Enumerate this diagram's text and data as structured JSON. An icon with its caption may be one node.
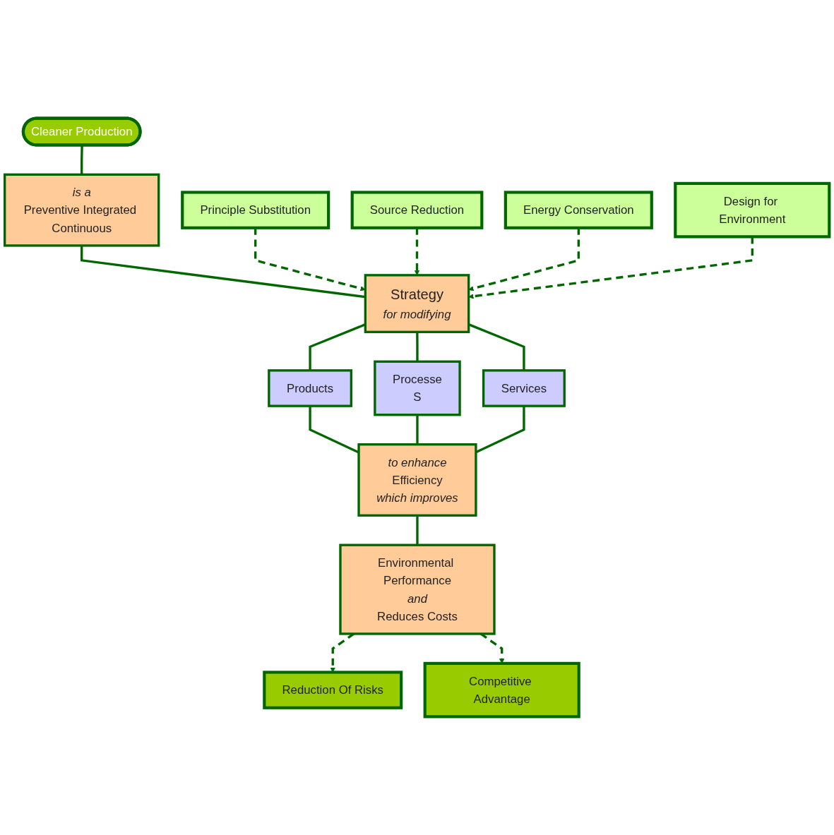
{
  "diagram": {
    "nodes": [
      {
        "text": [
          "Cleaner Production"
        ]
      },
      {
        "text": [
          "is a",
          "Preventive Integrated Continuous"
        ]
      },
      {
        "text": [
          "Strategy",
          "for modifying"
        ]
      },
      {
        "text": [
          "Principle Substitution"
        ]
      },
      {
        "text": [
          "Source Reduction"
        ]
      },
      {
        "text": [
          "Energy Conservation"
        ]
      },
      {
        "text": [
          "Design for Environment"
        ]
      },
      {
        "text": [
          "Products"
        ]
      },
      {
        "text": [
          "Processe",
          "S"
        ]
      },
      {
        "text": [
          "Services"
        ]
      },
      {
        "text": [
          "to enhance",
          "Efficiency",
          "which improves"
        ]
      },
      {
        "text": [
          "Environmental Performance",
          "and",
          "Reduces Costs"
        ]
      },
      {
        "text": [
          "Reduction Of Risks"
        ]
      },
      {
        "text": [
          "Competitive Advantage"
        ]
      }
    ],
    "edges": [
      {
        "from": 0,
        "to": 1,
        "arrow": "none"
      },
      {
        "from": 1,
        "to": 2,
        "arrow": "none"
      },
      {
        "from": 3,
        "to": 2,
        "arrow": "to",
        "style": "dashed"
      },
      {
        "from": 4,
        "to": 2,
        "arrow": "to",
        "style": "dashed"
      },
      {
        "from": 5,
        "to": 2,
        "arrow": "to",
        "style": "dashed"
      },
      {
        "from": 6,
        "to": 2,
        "arrow": "to",
        "style": "dashed"
      },
      {
        "from": 2,
        "to": 7,
        "arrow": "none"
      },
      {
        "from": 2,
        "to": 8,
        "arrow": "none"
      },
      {
        "from": 2,
        "to": 9,
        "arrow": "none"
      },
      {
        "from": 7,
        "to": 10,
        "arrow": "none"
      },
      {
        "from": 8,
        "to": 10,
        "arrow": "none"
      },
      {
        "from": 9,
        "to": 10,
        "arrow": "none"
      },
      {
        "from": 10,
        "to": 11,
        "arrow": "none"
      },
      {
        "from": 11,
        "to": 12,
        "arrow": "to",
        "style": "dashed"
      },
      {
        "from": 11,
        "to": 13,
        "arrow": "to",
        "style": "dashed"
      }
    ]
  }
}
